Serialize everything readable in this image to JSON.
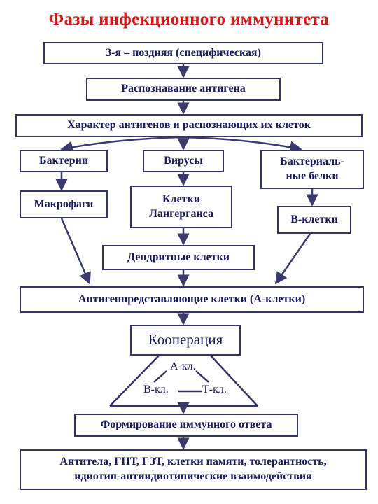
{
  "title": "Фазы инфекционного иммунитета",
  "boxes": {
    "phase": "3-я – поздняя (специфическая)",
    "recognition": "Распознавание антигена",
    "nature": "Характер антигенов и распознающих их клеток",
    "bacteria": "Бактерии",
    "viruses": "Вирусы",
    "bact_proteins": "Бактериаль-\nные белки",
    "macrophages": "Макрофаги",
    "langerhans": "Клетки\nЛангерганса",
    "b_cells": "В-клетки",
    "dendritic": "Дендритные клетки",
    "apc": "Антигенпредставляющие клетки (А-клетки)",
    "cooperation": "Кооперация",
    "immune_response": "Формирование иммунного ответа",
    "outcome": "Антитела, ГНТ, ГЗТ, клетки памяти, толерантность,\nидиотип-антиидиотипические взаимодействия"
  },
  "triangle": {
    "a": "А-кл.",
    "b": "В-кл.",
    "t": "Т-кл."
  },
  "colors": {
    "title": "#d81818",
    "border": "#333366",
    "text": "#1a1a5e",
    "arrow": "#3a3a6e"
  }
}
